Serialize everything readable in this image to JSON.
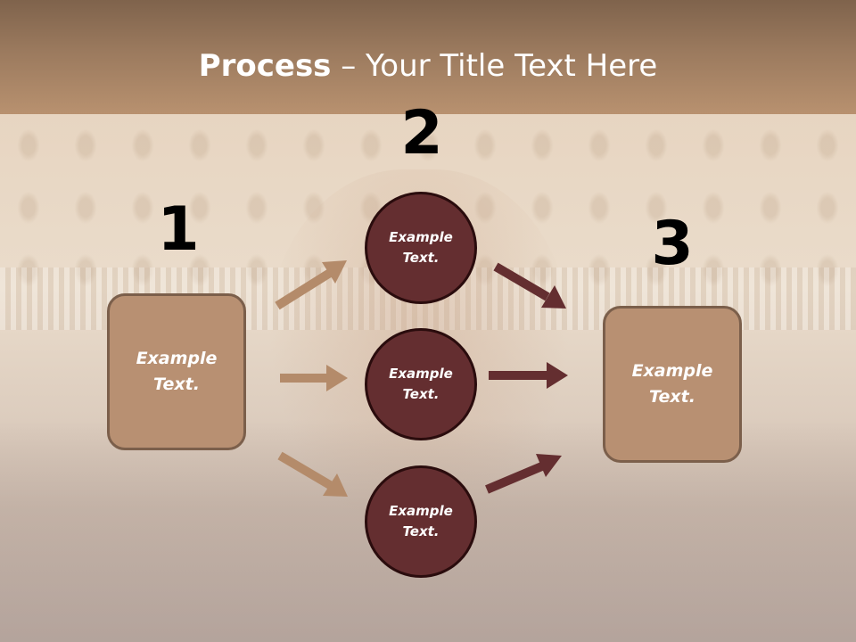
{
  "title": {
    "bold": "Process",
    "rest": " – Your Title Text Here"
  },
  "steps": [
    {
      "number": "1",
      "box_text": "Example Text."
    },
    {
      "number": "2",
      "circles": [
        "Example Text.",
        "Example Text.",
        "Example Text."
      ]
    },
    {
      "number": "3",
      "box_text": "Example Text."
    }
  ],
  "colors": {
    "box_fill": "#b89072",
    "circle_fill": "#642e30",
    "arrow_light": "#b48b6a",
    "arrow_dark": "#642e30"
  }
}
